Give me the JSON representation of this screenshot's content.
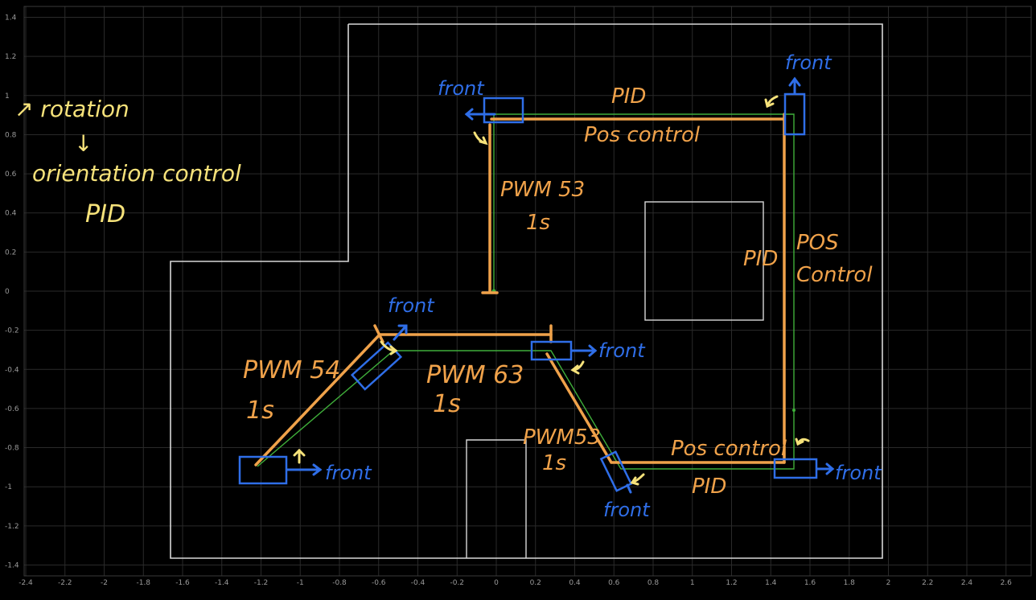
{
  "axes": {
    "x_ticks": [
      "-2.4",
      "-2.2",
      "-2",
      "-1.8",
      "-1.6",
      "-1.4",
      "-1.2",
      "-1",
      "-0.8",
      "-0.6",
      "-0.4",
      "-0.2",
      "0",
      "0.2",
      "0.4",
      "0.6",
      "0.8",
      "1",
      "1.2",
      "1.4",
      "1.6",
      "1.8",
      "2",
      "2.2",
      "2.4",
      "2.6"
    ],
    "y_ticks": [
      "1.4",
      "1.2",
      "1",
      "0.8",
      "0.6",
      "0.4",
      "0.2",
      "0",
      "-0.2",
      "-0.4",
      "-0.6",
      "-0.8",
      "-1",
      "-1.2",
      "-1.4"
    ]
  },
  "notes": {
    "rotation": "↗ rotation",
    "arrow_down": "↓",
    "orientation_control": "orientation control",
    "pid_left": "PID"
  },
  "labels": {
    "pid_top": "PID",
    "pos_control_top": "Pos control",
    "pwm53_top": "PWM 53",
    "pwm53_top_time": "1s",
    "pid_right": "PID",
    "pos_right": "POS",
    "control_right": "Control",
    "pwm54": "PWM 54",
    "pwm54_time": "1s",
    "pwm63": "PWM 63",
    "pwm63_time": "1s",
    "pwm53_bottom": "PWM53",
    "pwm53_bottom_time": "1s",
    "pos_control_bottom": "Pos control",
    "pid_bottom": "PID",
    "front_top_left": "front",
    "front_top_right": "front",
    "front_middle_left": "front",
    "front_middle": "front",
    "front_start": "front",
    "front_bottom": "front",
    "front_bottom_right": "front"
  },
  "colors": {
    "background": "#000000",
    "grid": "#2a2a2a",
    "walls": "#d8d8d8",
    "green_path": "#3fae3a",
    "orange": "#f0a24a",
    "blue": "#2f6ee8",
    "yellow": "#f6e27a"
  }
}
